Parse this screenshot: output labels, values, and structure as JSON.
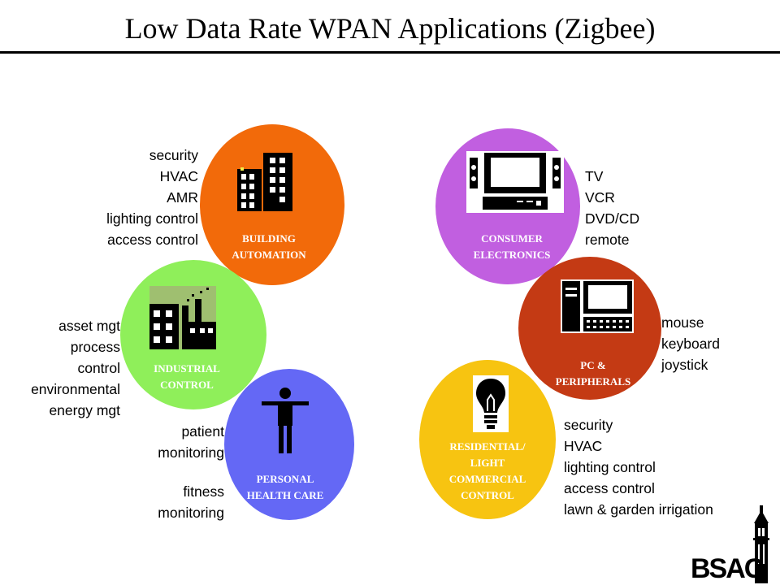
{
  "title": "Low Data Rate WPAN Applications (Zigbee)",
  "colors": {
    "building": "#f26a0a",
    "consumer": "#c15fe0",
    "industrial": "#8fef5a",
    "pc": "#c43a14",
    "health": "#6468f5",
    "residential": "#f7c411"
  },
  "segments": {
    "building": {
      "label_1": "BUILDING",
      "label_2": "AUTOMATION",
      "icon": "office-buildings-icon",
      "items": [
        "security",
        "HVAC",
        "AMR",
        "lighting control",
        "access control"
      ]
    },
    "consumer": {
      "label_1": "CONSUMER",
      "label_2": "ELECTRONICS",
      "icon": "tv-stereo-icon",
      "items": [
        "TV",
        "VCR",
        "DVD/CD",
        "remote"
      ]
    },
    "industrial": {
      "label_1": "INDUSTRIAL",
      "label_2": "CONTROL",
      "icon": "factory-icon",
      "items": [
        "asset mgt",
        "process",
        "control",
        "environmental",
        "energy mgt"
      ]
    },
    "pc": {
      "label_1": "PC &",
      "label_2": "PERIPHERALS",
      "icon": "computer-icon",
      "items": [
        "mouse",
        "keyboard",
        "joystick"
      ]
    },
    "health": {
      "label_1": "PERSONAL",
      "label_2": "HEALTH  CARE",
      "icon": "person-icon",
      "items": [
        "patient",
        "monitoring",
        "",
        "fitness",
        "monitoring"
      ]
    },
    "residential": {
      "label_1": "RESIDENTIAL/",
      "label_2": "LIGHT",
      "label_3": "COMMERCIAL",
      "label_4": "CONTROL",
      "icon": "light-bulb-icon",
      "items": [
        "security",
        "HVAC",
        "lighting control",
        "access control",
        "lawn & garden irrigation"
      ]
    }
  },
  "logo": {
    "text": "BSAC",
    "icon": "campanile-tower-icon"
  }
}
